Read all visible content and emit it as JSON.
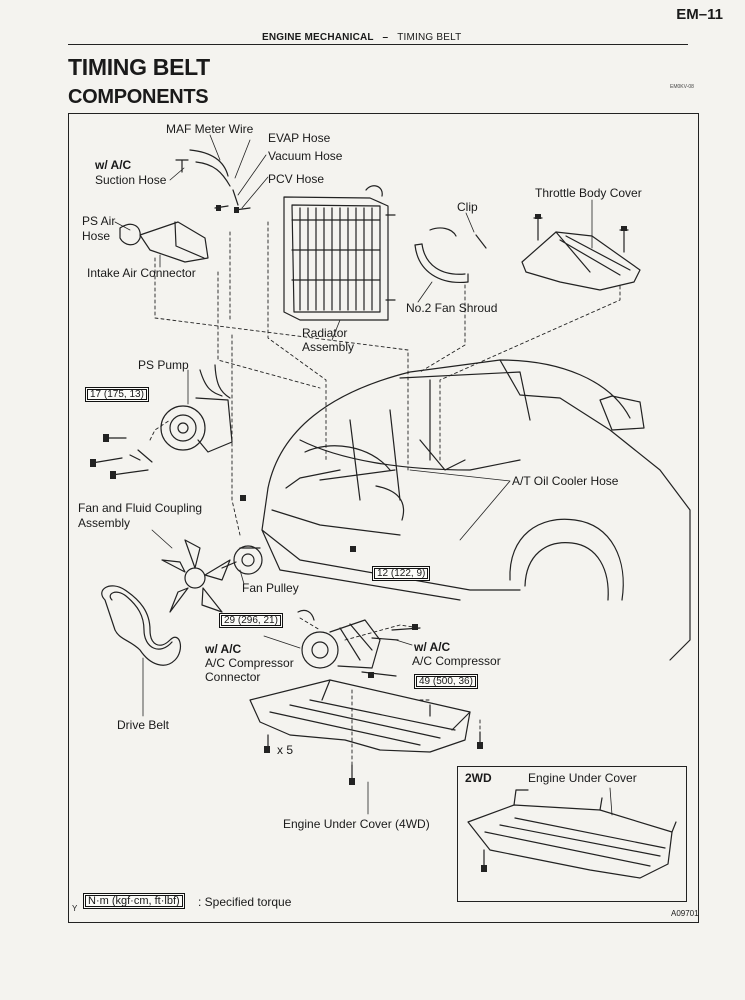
{
  "header": {
    "page_number": "EM–11",
    "section": "ENGINE MECHANICAL",
    "separator": "–",
    "subsection": "TIMING BELT"
  },
  "title": "TIMING BELT",
  "subtitle": "COMPONENTS",
  "doc_code": "EM0KV-08",
  "labels": {
    "maf_meter_wire": "MAF Meter Wire",
    "evap_hose": "EVAP Hose",
    "vacuum_hose": "Vacuum Hose",
    "pcv_hose": "PCV Hose",
    "w_ac_1": "w/ A/C",
    "suction_hose": "Suction Hose",
    "ps_air_hose_1": "PS Air",
    "ps_air_hose_2": "Hose",
    "intake_air_connector": "Intake Air Connector",
    "clip": "Clip",
    "throttle_body_cover": "Throttle Body Cover",
    "no2_fan_shroud": "No.2 Fan Shroud",
    "radiator_1": "Radiator",
    "radiator_2": "Assembly",
    "ps_pump": "PS Pump",
    "fan_coupling_1": "Fan and Fluid Coupling",
    "fan_coupling_2": "Assembly",
    "at_oil_cooler_hose": "A/T Oil Cooler Hose",
    "fan_pulley": "Fan Pulley",
    "w_ac_2": "w/ A/C",
    "ac_comp_connector_1": "A/C Compressor",
    "ac_comp_connector_2": "Connector",
    "w_ac_3": "w/ A/C",
    "ac_compressor": "A/C Compressor",
    "drive_belt": "Drive Belt",
    "bolt_count": "x 5",
    "engine_under_cover_4wd": "Engine Under Cover (4WD)",
    "inset_2wd": "2WD",
    "inset_engine_under_cover": "Engine Under Cover"
  },
  "torques": {
    "ps_pump": "17 (175, 13)",
    "radiator": "12 (122, 9)",
    "fan_pulley": "29 (296, 21)",
    "ac_compressor": "49 (500, 36)"
  },
  "legend": {
    "unit": "N·m (kgf·cm, ft·lbf)",
    "text": ": Specified torque"
  },
  "figure_code": "A09701",
  "corner_mark": "Y"
}
